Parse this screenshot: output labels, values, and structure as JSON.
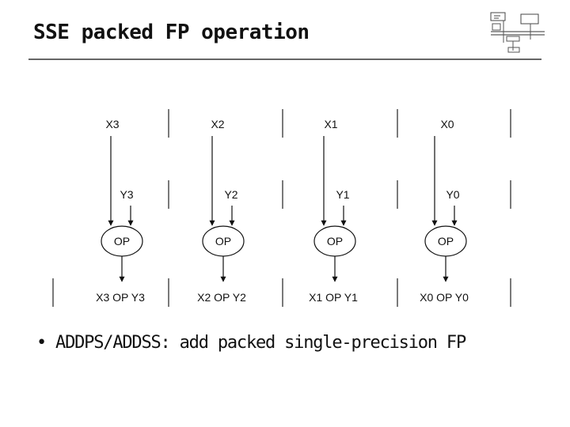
{
  "slide": {
    "title": "SSE packed FP operation",
    "bullet": "ADDPS/ADDSS: add packed single-precision FP"
  },
  "diagram": {
    "lanes": [
      {
        "x": "X3",
        "y": "Y3",
        "op": "OP",
        "result": "X3 OP Y3"
      },
      {
        "x": "X2",
        "y": "Y2",
        "op": "OP",
        "result": "X2 OP Y2"
      },
      {
        "x": "X1",
        "y": "Y1",
        "op": "OP",
        "result": "X1 OP Y1"
      },
      {
        "x": "X0",
        "y": "Y0",
        "op": "OP",
        "result": "X0 OP Y0"
      }
    ]
  },
  "thumbnail": {
    "icon": "slide-thumbnail-icon"
  }
}
